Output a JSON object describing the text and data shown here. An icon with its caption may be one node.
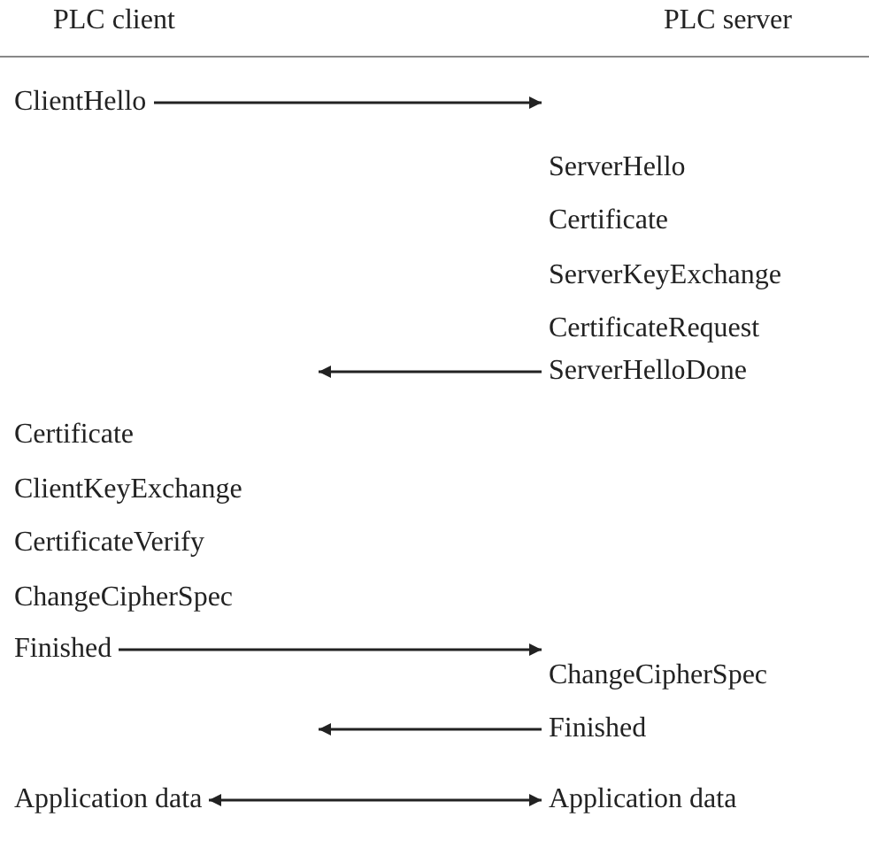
{
  "diagram": {
    "nodes": [
      {
        "text": [
          "ClientHello"
        ]
      },
      {
        "text": [
          "ServerHello"
        ]
      },
      {
        "text": [
          "Certificate"
        ]
      },
      {
        "text": [
          "ServerKeyExchange"
        ]
      },
      {
        "text": [
          "CertificateRequest"
        ]
      },
      {
        "text": [
          "ServerHelloDone"
        ]
      },
      {
        "text": [
          "Certificate"
        ]
      },
      {
        "text": [
          "ClientKeyExchange"
        ]
      },
      {
        "text": [
          "CertificateVerify"
        ]
      },
      {
        "text": [
          "ChangeCipherSpec"
        ]
      },
      {
        "text": [
          "Finished"
        ]
      },
      {
        "text": [
          "ChangeCipherSpec"
        ]
      },
      {
        "text": [
          "Finished"
        ]
      },
      {
        "text": [
          "Application data"
        ]
      },
      {
        "text": [
          "Application data"
        ]
      }
    ],
    "edges": [
      {
        "from": 0,
        "to": 1,
        "arrow": "to"
      },
      {
        "from": 5,
        "to": null,
        "arrow": "to"
      },
      {
        "from": 10,
        "to": 11,
        "arrow": "to"
      },
      {
        "from": 12,
        "to": null,
        "arrow": "to"
      },
      {
        "from": 13,
        "to": 14,
        "arrow": "both"
      }
    ],
    "labels": [
      "PLC client",
      "PLC server"
    ]
  }
}
